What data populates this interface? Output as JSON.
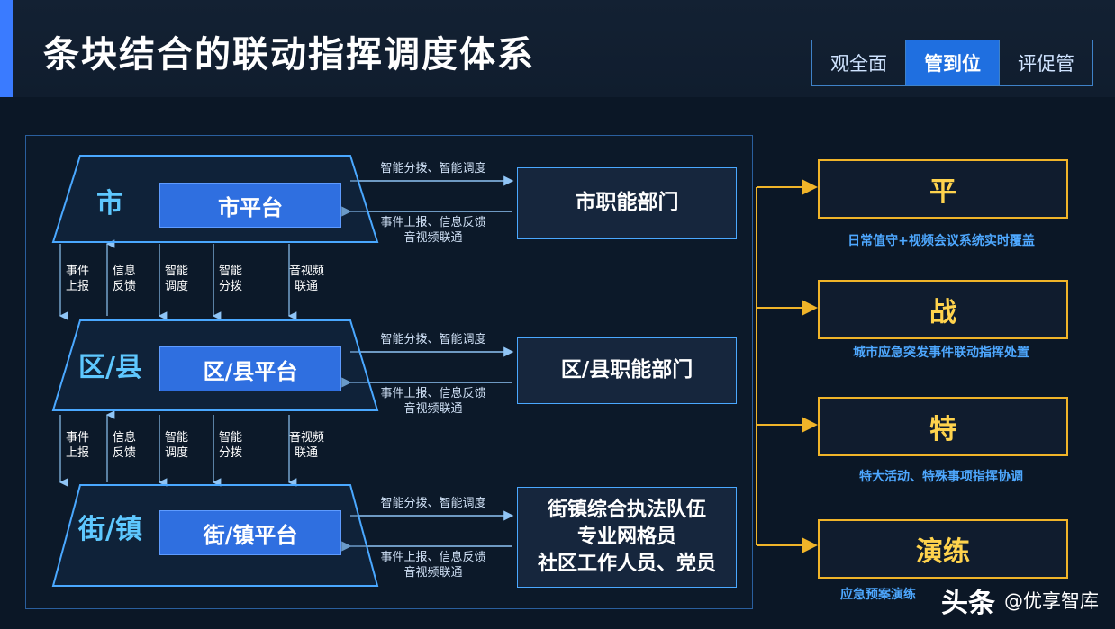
{
  "header": {
    "title": "条块结合的联动指挥调度体系",
    "tabs": [
      {
        "label": "观全面",
        "active": false
      },
      {
        "label": "管到位",
        "active": true
      },
      {
        "label": "评促管",
        "active": false
      }
    ],
    "accent_color": "#3a7bff"
  },
  "diagram": {
    "levels": [
      {
        "name": "市",
        "platform": "市平台",
        "dept": "市职能部门",
        "flow_out": "智能分拨、智能调度",
        "flow_in": "事件上报、信息反馈\n音视频联通",
        "flow_in_line1": "事件上报、信息反馈",
        "flow_in_line2": "音视频联通"
      },
      {
        "name": "区/县",
        "platform": "区/县平台",
        "dept": "区/县职能部门",
        "flow_out": "智能分拨、智能调度",
        "flow_in_line1": "事件上报、信息反馈",
        "flow_in_line2": "音视频联通"
      },
      {
        "name": "街/镇",
        "platform": "街/镇平台",
        "dept": "街镇综合执法队伍\n专业网格员\n社区工作人员、党员",
        "dept_line1": "街镇综合执法队伍",
        "dept_line2": "专业网格员",
        "dept_line3": "社区工作人员、党员",
        "flow_out": "智能分拨、智能调度",
        "flow_in_line1": "事件上报、信息反馈",
        "flow_in_line2": "音视频联通"
      }
    ],
    "vertical_channels": [
      {
        "line1": "事件",
        "line2": "上报"
      },
      {
        "line1": "信息",
        "line2": "反馈"
      },
      {
        "line1": "智能",
        "line2": "调度"
      },
      {
        "line1": "智能",
        "line2": "分拨"
      },
      {
        "line1": "音视频",
        "line2": "联通"
      }
    ],
    "colors": {
      "border": "#4aa8ff",
      "platform": "#2f6fe0",
      "level_text": "#5ec8ff"
    }
  },
  "right_cards": [
    {
      "label": "平",
      "caption": "日常值守+视频会议系统实时覆盖"
    },
    {
      "label": "战",
      "caption": "城市应急突发事件联动指挥处置"
    },
    {
      "label": "特",
      "caption": "特大活动、特殊事项指挥协调"
    },
    {
      "label": "演练",
      "caption": "应急预案演练"
    }
  ],
  "right_colors": {
    "card_border": "#f0b429",
    "card_text": "#ffd34d",
    "caption": "#4ea8ff"
  },
  "watermark": {
    "logo": "头条",
    "text": "@优享智库"
  }
}
